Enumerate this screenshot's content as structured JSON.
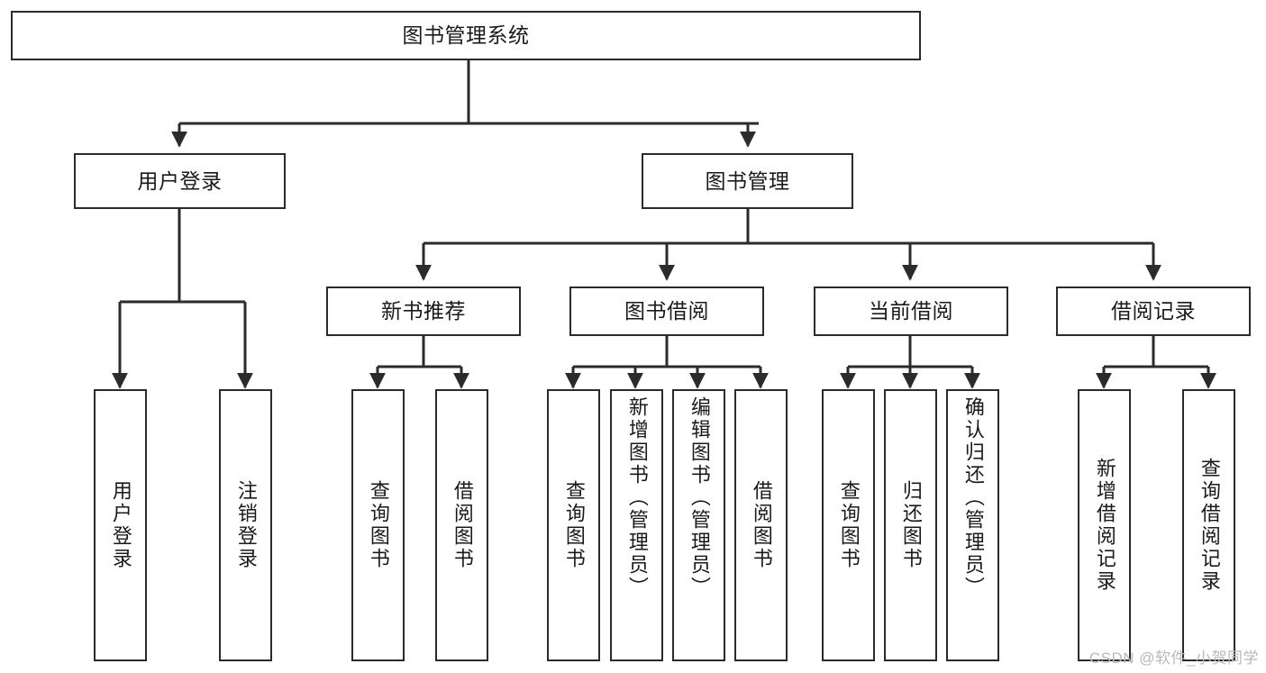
{
  "diagram": {
    "type": "tree",
    "title": "图书管理系统",
    "orientation": "top-down",
    "colors": {
      "box_border": "#2b2b2b",
      "box_fill": "#ffffff",
      "edge": "#2b2b2b",
      "text": "#1a1a1a",
      "watermark": "#b9b9b9"
    }
  },
  "root": {
    "label": "图书管理系统"
  },
  "level2": [
    {
      "label": "用户登录"
    },
    {
      "label": "图书管理"
    }
  ],
  "level3": [
    {
      "label": "新书推荐"
    },
    {
      "label": "图书借阅"
    },
    {
      "label": "当前借阅"
    },
    {
      "label": "借阅记录"
    }
  ],
  "leaves": {
    "user_login": [
      {
        "label": "用户登录"
      },
      {
        "label": "注销登录"
      }
    ],
    "new_book": [
      {
        "label": "查询图书"
      },
      {
        "label": "借阅图书"
      }
    ],
    "book_borrow": [
      {
        "label": "查询图书"
      },
      {
        "label": "新增图书（管理员）"
      },
      {
        "label": "编辑图书（管理员）"
      },
      {
        "label": "借阅图书"
      }
    ],
    "current_borrow": [
      {
        "label": "查询图书"
      },
      {
        "label": "归还图书"
      },
      {
        "label": "确认归还（管理员）"
      }
    ],
    "borrow_record": [
      {
        "label": "新增借阅记录"
      },
      {
        "label": "查询借阅记录"
      }
    ]
  },
  "watermark": {
    "text": "CSDN @软件_小贺同学"
  }
}
